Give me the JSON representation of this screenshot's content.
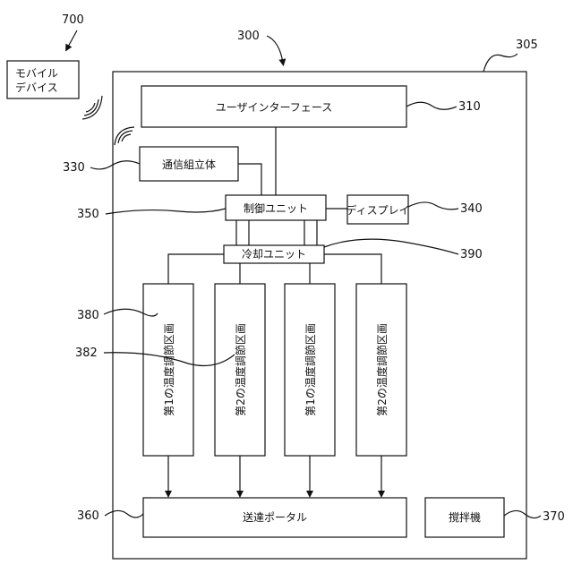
{
  "labels": {
    "mobile_ref": "700",
    "mobile_line1": "モバイル",
    "mobile_line2": "デバイス",
    "system_ref": "300",
    "outer_ref": "305",
    "ui_ref": "310",
    "ui_label": "ユーザインターフェース",
    "comm_ref": "330",
    "comm_label": "通信組立体",
    "control_ref": "350",
    "control_label": "制御ユニット",
    "display_ref": "340",
    "display_label": "ディスプレイ",
    "cooling_ref": "390",
    "cooling_label": "冷却ユニット",
    "comp1_ref": "380",
    "comp2_ref": "382",
    "comp_a_label": "第1の温度調節区画",
    "comp_b_label": "第2の温度調節区画",
    "comp_c_label": "第1の温度調節区画",
    "comp_d_label": "第2の温度調節区画",
    "portal_ref": "360",
    "portal_label": "送達ポータル",
    "agitator_ref": "370",
    "agitator_label": "撹拌機"
  },
  "colors": {
    "line": "#111111",
    "background": "#ffffff"
  }
}
